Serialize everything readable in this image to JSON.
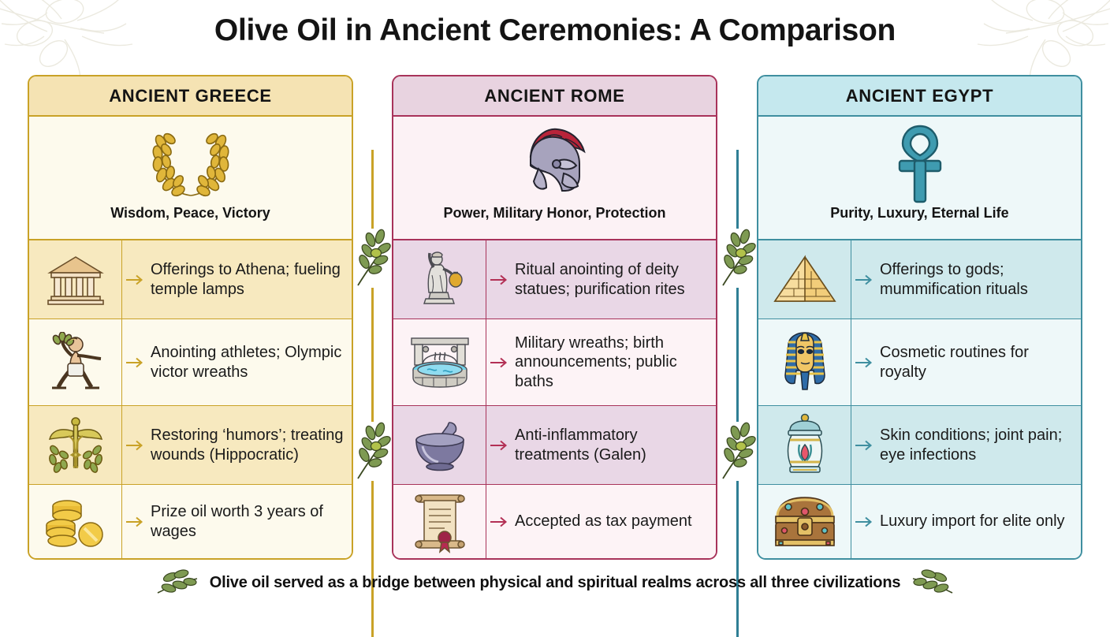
{
  "title": "Olive Oil in Ancient Ceremonies: A Comparison",
  "footer": {
    "text": "Olive oil served as a bridge between physical and spiritual realms across all three civilizations",
    "left_icon": "olive-branch-icon",
    "right_icon": "olive-branch-icon"
  },
  "colors": {
    "greece_accent": "#c9a227",
    "greece_header_bg": "#f5e3b3",
    "greece_body_bg": "#fdfaed",
    "rome_accent": "#a8335a",
    "rome_header_bg": "#e8d3e0",
    "rome_body_bg": "#fcf2f5",
    "egypt_accent": "#3f8fa0",
    "egypt_header_bg": "#c5e8ee",
    "egypt_body_bg": "#eef8f9",
    "page_bg": "#ffffff",
    "text": "#141414"
  },
  "dividers": [
    {
      "name": "divider-greece-rome",
      "color": "#c9a227",
      "icon": "olive-sprig-icon",
      "sprig_count": 2
    },
    {
      "name": "divider-rome-egypt",
      "color": "#2f7f95",
      "icon": "olive-sprig-icon",
      "sprig_count": 2
    }
  ],
  "columns": [
    {
      "id": "greece",
      "header": "ANCIENT GREECE",
      "hero_icon": "laurel-wreath-icon",
      "hero_label": "Wisdom, Peace, Victory",
      "rows": [
        {
          "icon": "greek-temple-icon",
          "text": "Offerings to Athena; fueling temple lamps"
        },
        {
          "icon": "greek-athlete-icon",
          "text": "Anointing athletes; Olympic victor wreaths"
        },
        {
          "icon": "caduceus-icon",
          "text": "Restoring ‘humors’; treating wounds (Hippocratic)"
        },
        {
          "icon": "gold-coins-icon",
          "text": "Prize oil worth 3 years of wages"
        }
      ]
    },
    {
      "id": "rome",
      "header": "ANCIENT ROME",
      "hero_icon": "roman-helmet-icon",
      "hero_label": "Power, Military Honor, Protection",
      "rows": [
        {
          "icon": "deity-statue-icon",
          "text": "Ritual anointing of deity statues; purification rites"
        },
        {
          "icon": "roman-bath-icon",
          "text": "Military wreaths; birth announcements; public baths"
        },
        {
          "icon": "mortar-pestle-icon",
          "text": "Anti-inflammatory treatments (Galen)"
        },
        {
          "icon": "scroll-icon",
          "text": "Accepted as tax payment"
        }
      ]
    },
    {
      "id": "egypt",
      "header": "ANCIENT EGYPT",
      "hero_icon": "ankh-icon",
      "hero_label": "Purity, Luxury, Eternal Life",
      "rows": [
        {
          "icon": "pyramid-icon",
          "text": "Offerings to gods; mummification rituals"
        },
        {
          "icon": "pharaoh-mask-icon",
          "text": "Cosmetic routines for royalty"
        },
        {
          "icon": "canopic-jar-icon",
          "text": "Skin conditions; joint pain; eye infections"
        },
        {
          "icon": "treasure-chest-icon",
          "text": "Luxury import for elite only"
        }
      ]
    }
  ]
}
